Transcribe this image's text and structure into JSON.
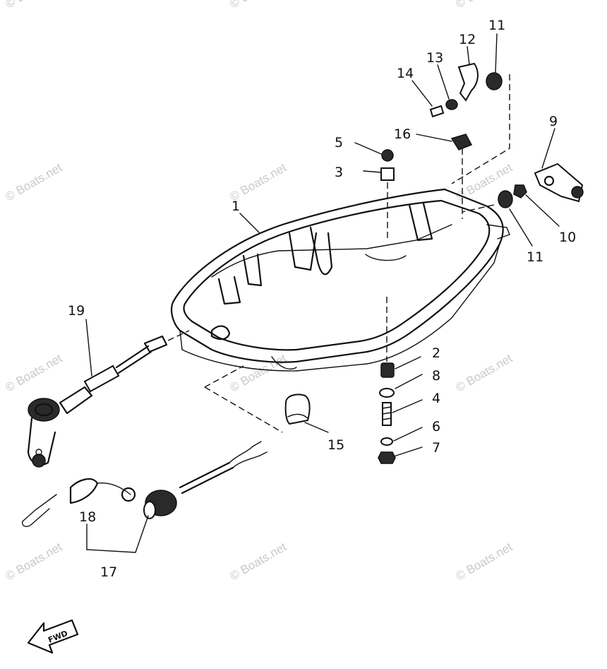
{
  "watermarks": [
    "© Boats.net",
    "© Boats.net",
    "© Boats.net",
    "© Boats.net",
    "© Boats.net",
    "© Boats.net",
    "© Boats.net",
    "© Boats.net",
    "© Boats.net",
    "© Boats.net",
    "© Boats.net",
    "© Boats.net"
  ],
  "fwd_label": "FWD",
  "parts": [
    {
      "id": "1",
      "label": "1"
    },
    {
      "id": "2",
      "label": "2"
    },
    {
      "id": "3",
      "label": "3"
    },
    {
      "id": "4",
      "label": "4"
    },
    {
      "id": "5",
      "label": "5"
    },
    {
      "id": "6",
      "label": "6"
    },
    {
      "id": "7",
      "label": "7"
    },
    {
      "id": "8",
      "label": "8"
    },
    {
      "id": "9",
      "label": "9"
    },
    {
      "id": "10",
      "label": "10"
    },
    {
      "id": "11a",
      "label": "11"
    },
    {
      "id": "11b",
      "label": "11"
    },
    {
      "id": "12",
      "label": "12"
    },
    {
      "id": "13",
      "label": "13"
    },
    {
      "id": "14",
      "label": "14"
    },
    {
      "id": "15",
      "label": "15"
    },
    {
      "id": "16",
      "label": "16"
    },
    {
      "id": "17",
      "label": "17"
    },
    {
      "id": "18",
      "label": "18"
    },
    {
      "id": "19",
      "label": "19"
    }
  ]
}
